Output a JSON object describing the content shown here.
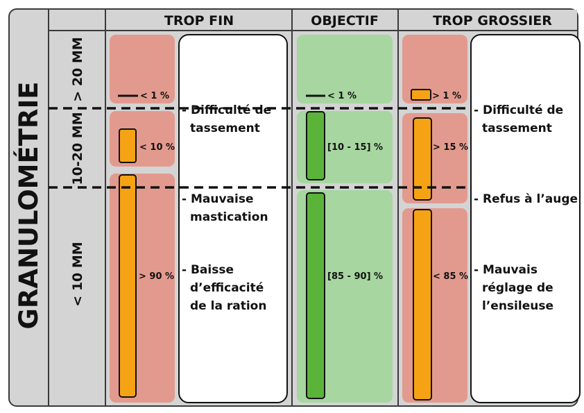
{
  "title": "GRANULOMÉTRIE",
  "columns": {
    "trop_fin": "TROP FIN",
    "objectif": "OBJECTIF",
    "trop_grossier": "TROP GROSSIER"
  },
  "rows": {
    "gt20": "> 20 MM",
    "mid": "10-20 MM",
    "lt10": "< 10 MM"
  },
  "values": {
    "fin_gt20": "< 1 %",
    "fin_mid": "< 10 %",
    "fin_lt10": "> 90 %",
    "obj_gt20": "< 1 %",
    "obj_mid": "[10 - 15] %",
    "obj_lt10": "[85 - 90] %",
    "gros_gt20": "> 1 %",
    "gros_mid": "> 15 %",
    "gros_lt10": "< 85 %"
  },
  "fin_notes": {
    "n1_l1": "- Difficulté de",
    "n1_l2": "tassement",
    "n2_l1": "- Mauvaise",
    "n2_l2": "mastication",
    "n3_l1": "- Baisse",
    "n3_l2": "d’efficacité",
    "n3_l3": "de la ration"
  },
  "gros_notes": {
    "n1_l1": "- Difficulté de",
    "n1_l2": "tassement",
    "n2_l1": "- Refus à l’auge",
    "n3_l1": "- Mauvais",
    "n3_l2": "réglage de",
    "n3_l3": "l’ensileuse"
  },
  "colors": {
    "bad_zone": "#e39a8e",
    "good_zone": "#a7d6a0",
    "orange_bar": "#f5a314",
    "green_bar": "#5bb33a",
    "frame": "#3a3a3a",
    "panel_bg": "#d4d4d4"
  }
}
